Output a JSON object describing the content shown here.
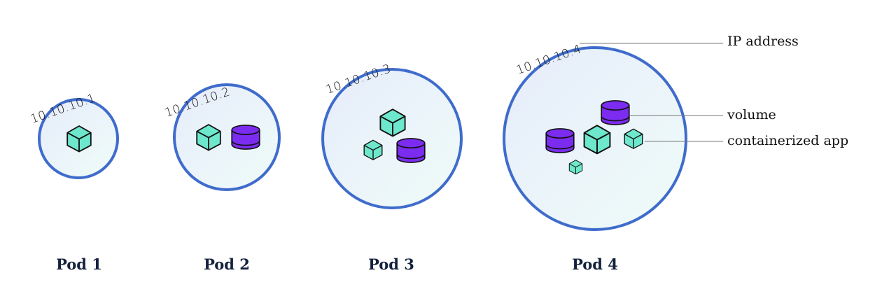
{
  "pods": [
    {
      "label": "Pod 1",
      "ip": "10.10.10.1"
    },
    {
      "label": "Pod 2",
      "ip": "10.10.10.2"
    },
    {
      "label": "Pod 3",
      "ip": "10.10.10.3"
    },
    {
      "label": "Pod 4",
      "ip": "10.10.10.4"
    }
  ],
  "legend": {
    "ip_address": "IP address",
    "volume": "volume",
    "app": "containerized app"
  },
  "colors": {
    "pod_border": "#3f6ccc",
    "pod_fill_start": "#e8eefb",
    "pod_fill_end": "#eefcf7",
    "container": "#6ee8cc",
    "volume": "#7b2cf0",
    "label": "#14213d"
  },
  "icons": [
    "cube-icon",
    "cylinder-icon"
  ]
}
